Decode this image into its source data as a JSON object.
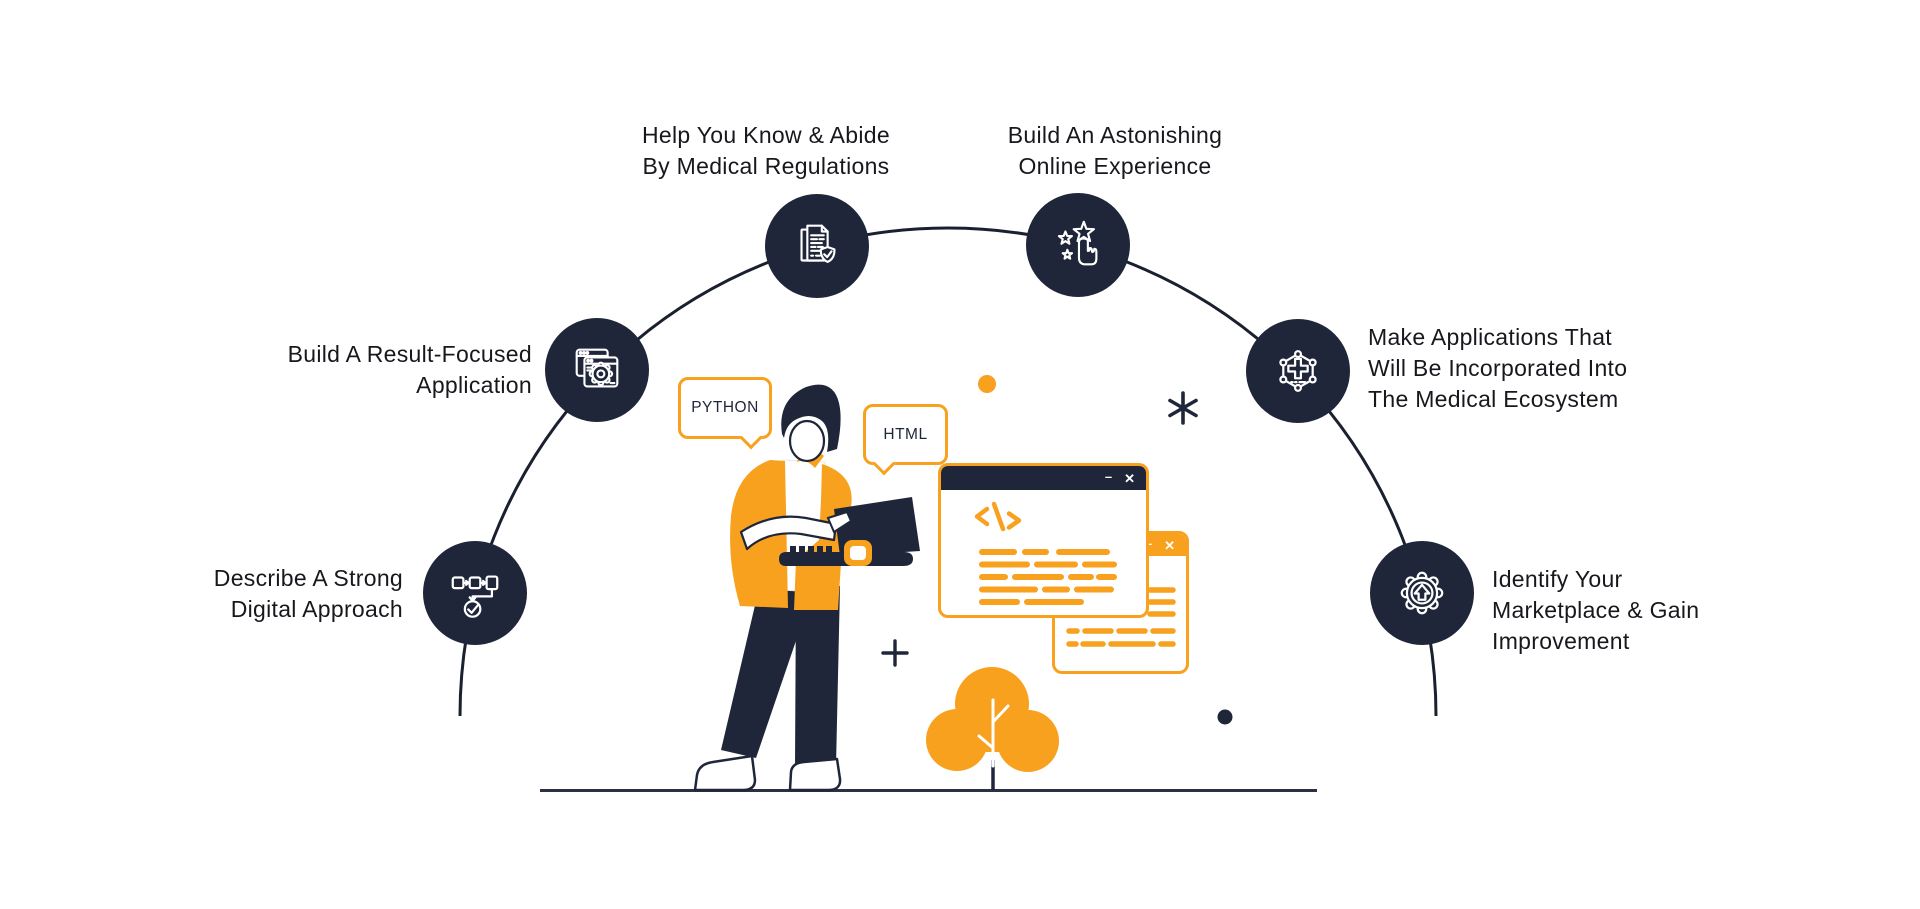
{
  "colors": {
    "navy": "#1f2639",
    "orange": "#f7a11e",
    "background": "#ffffff",
    "text": "#17181d"
  },
  "steps": [
    {
      "name": "describe-digital-approach",
      "icon": "flowchart-check-icon",
      "lines": [
        "Describe A Strong",
        "Digital Approach"
      ]
    },
    {
      "name": "result-focused-application",
      "icon": "browser-gear-icon",
      "lines": [
        "Build A Result-Focused",
        "Application"
      ]
    },
    {
      "name": "medical-regulations",
      "icon": "document-shield-check-icon",
      "lines": [
        "Help You Know & Abide",
        "By Medical Regulations"
      ]
    },
    {
      "name": "online-experience",
      "icon": "stars-rating-hand-icon",
      "lines": [
        "Build An Astonishing",
        "Online Experience"
      ]
    },
    {
      "name": "medical-ecosystem",
      "icon": "network-medical-cross-icon",
      "lines": [
        "Make Applications That",
        "Will Be Incorporated Into",
        "The Medical Ecosystem"
      ]
    },
    {
      "name": "marketplace-improvement",
      "icon": "gear-up-arrow-icon",
      "lines": [
        "Identify Your",
        "Marketplace & Gain",
        "Improvement"
      ]
    }
  ],
  "illustration": {
    "speech_bubbles": [
      {
        "label": "PYTHON"
      },
      {
        "label": "HTML"
      }
    ],
    "code_window": {
      "symbol": "<\\>",
      "minimize": "–",
      "close": "✕"
    },
    "back_window": {
      "minimize": "–",
      "close": "✕"
    }
  }
}
